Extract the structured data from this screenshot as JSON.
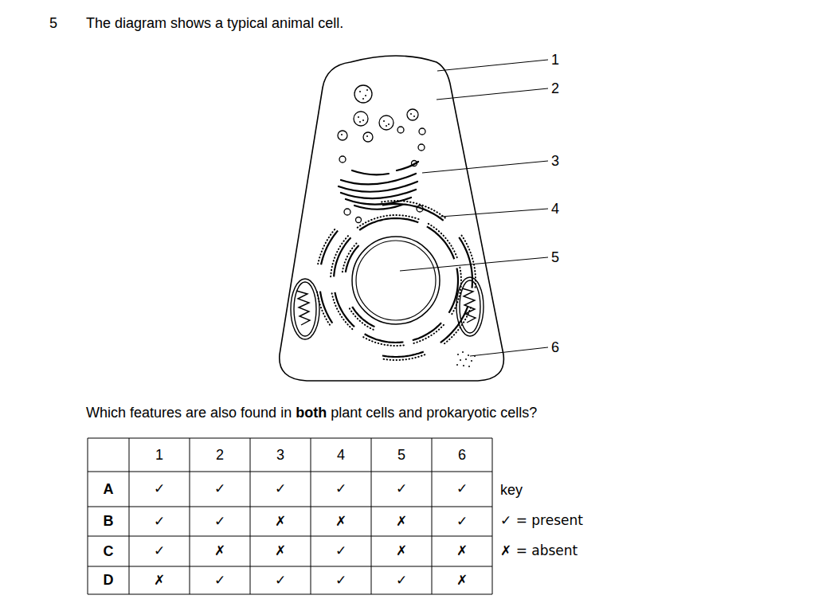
{
  "diagram": {
    "labels": [
      "5",
      "The diagram shows a typical animal cell.",
      "1",
      "2",
      "3",
      "4",
      "5",
      "6",
      "Which features are also found in",
      "both",
      "plant cells and prokaryotic cells?",
      "1",
      "2",
      "3",
      "4",
      "5",
      "6",
      "A",
      "✓",
      "✓",
      "✓",
      "✓",
      "✓",
      "✓",
      "B",
      "✓",
      "✓",
      "✗",
      "✗",
      "✗",
      "✓",
      "C",
      "✓",
      "✗",
      "✗",
      "✓",
      "✗",
      "✗",
      "D",
      "✗",
      "✓",
      "✓",
      "✓",
      "✓",
      "✗",
      "key",
      "✓ = present",
      "✗ = absent"
    ]
  }
}
